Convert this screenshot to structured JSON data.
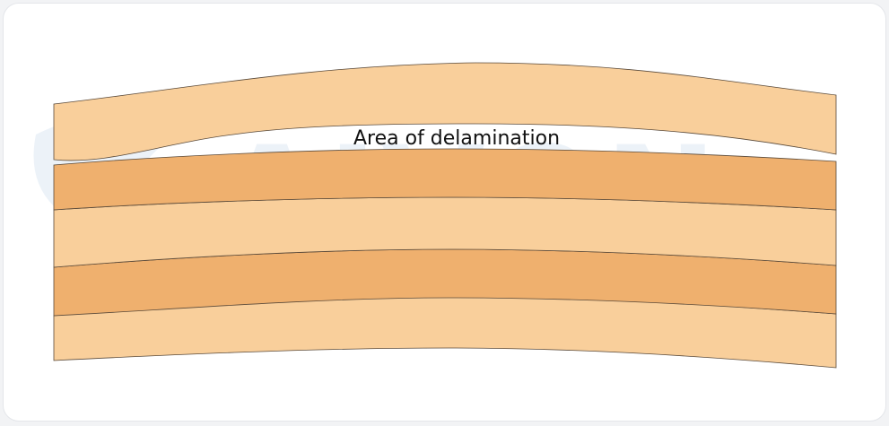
{
  "annotation": {
    "label": "Area of delamination"
  },
  "watermark": {
    "text": "AIVON",
    "color": "#dde8f4"
  },
  "layers": [
    {
      "name": "top-ply-delaminated",
      "color": "#f9cf9b"
    },
    {
      "name": "ply-2",
      "color": "#efb06e"
    },
    {
      "name": "ply-3",
      "color": "#f9cf9b"
    },
    {
      "name": "ply-4",
      "color": "#efb06e"
    },
    {
      "name": "ply-5",
      "color": "#f9cf9b"
    }
  ],
  "colors": {
    "background": "#ffffff",
    "frame_border": "#e4e6ea",
    "outline": "#5a4a3a"
  }
}
